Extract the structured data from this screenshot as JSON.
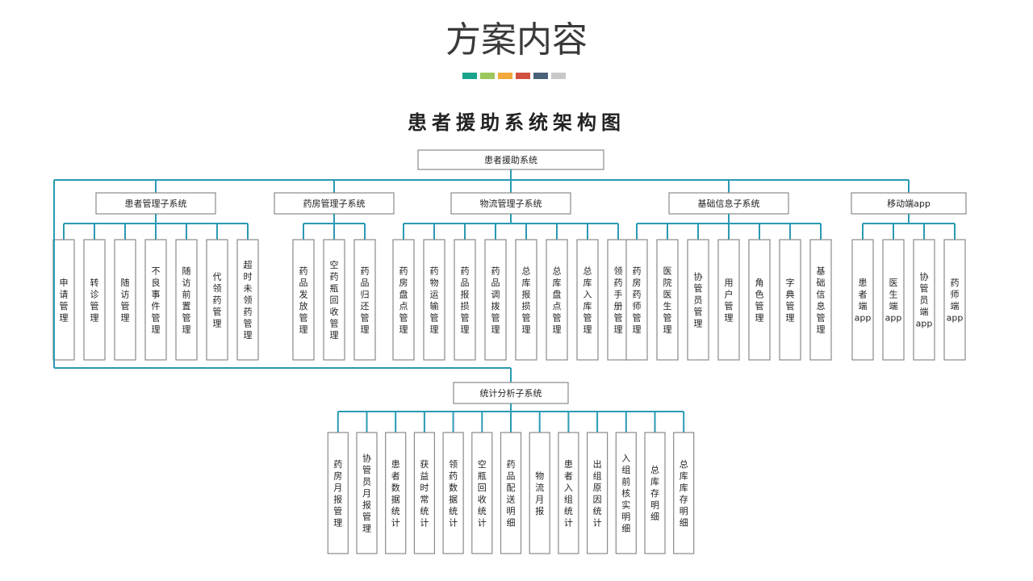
{
  "slide": {
    "title": "方案内容",
    "accent_colors": [
      "#1aa48c",
      "#9cc75a",
      "#f0a93a",
      "#d2503f",
      "#4a6279",
      "#c8c8c8"
    ]
  },
  "diagram": {
    "title": "患者援助系统架构图",
    "root": "患者援助系统",
    "subsystems": [
      {
        "name": "患者管理子系统",
        "modules": [
          "申请管理",
          "转诊管理",
          "随访管理",
          "不良事件管理",
          "随访前置管理",
          "代领药管理",
          "超时未领药管理"
        ]
      },
      {
        "name": "药房管理子系统",
        "modules": [
          "药品发放管理",
          "空药瓶回收管理",
          "药品归还管理"
        ]
      },
      {
        "name": "物流管理子系统",
        "modules": [
          "药房盘点管理",
          "药物运输管理",
          "药品报损管理",
          "药品调拨管理",
          "总库报损管理",
          "总库盘点管理",
          "总库入库管理",
          "领药手册管理"
        ]
      },
      {
        "name": "基础信息子系统",
        "modules": [
          "药房药师管理",
          "医院医生管理",
          "协管员管理",
          "用户管理",
          "角色管理",
          "字典管理",
          "基础信息管理"
        ]
      },
      {
        "name": "移动端app",
        "modules": [
          "患者端app",
          "医生端app",
          "协管员端app",
          "药师端app"
        ]
      }
    ],
    "stats": {
      "name": "统计分析子系统",
      "modules": [
        "药房月报管理",
        "协管员月报管理",
        "患者数据统计",
        "获益时常统计",
        "领药数据统计",
        "空瓶回收统计",
        "药品配送明细",
        "物流月报",
        "患者入组统计",
        "出组原因统计",
        "入组前核实明细",
        "总库存明细",
        "总库库存明细"
      ]
    }
  }
}
